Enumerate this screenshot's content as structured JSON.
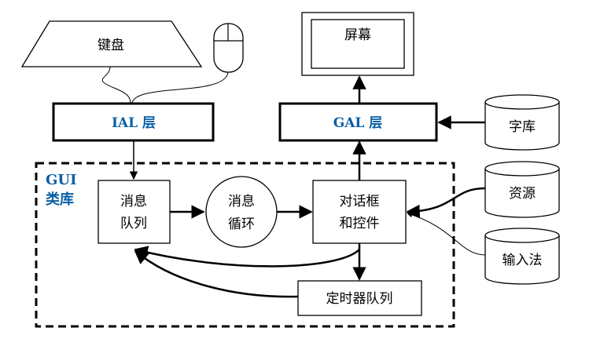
{
  "diagram": {
    "keyboard_label": "键盘",
    "screen_label": "屏幕",
    "ial_label": "IAL 层",
    "gal_label": "GAL 层",
    "gui_label_line1": "GUI",
    "gui_label_line2": "类库",
    "msg_queue_line1": "消息",
    "msg_queue_line2": "队列",
    "msg_loop_line1": "消息",
    "msg_loop_line2": "循环",
    "dialog_line1": "对话框",
    "dialog_line2": "和控件",
    "timer_queue_label": "定时器队列",
    "font_lib_label": "字库",
    "resources_label": "资源",
    "input_method_label": "输入法"
  },
  "colors": {
    "label_blue": "#0a5fa6",
    "line": "#000000"
  }
}
